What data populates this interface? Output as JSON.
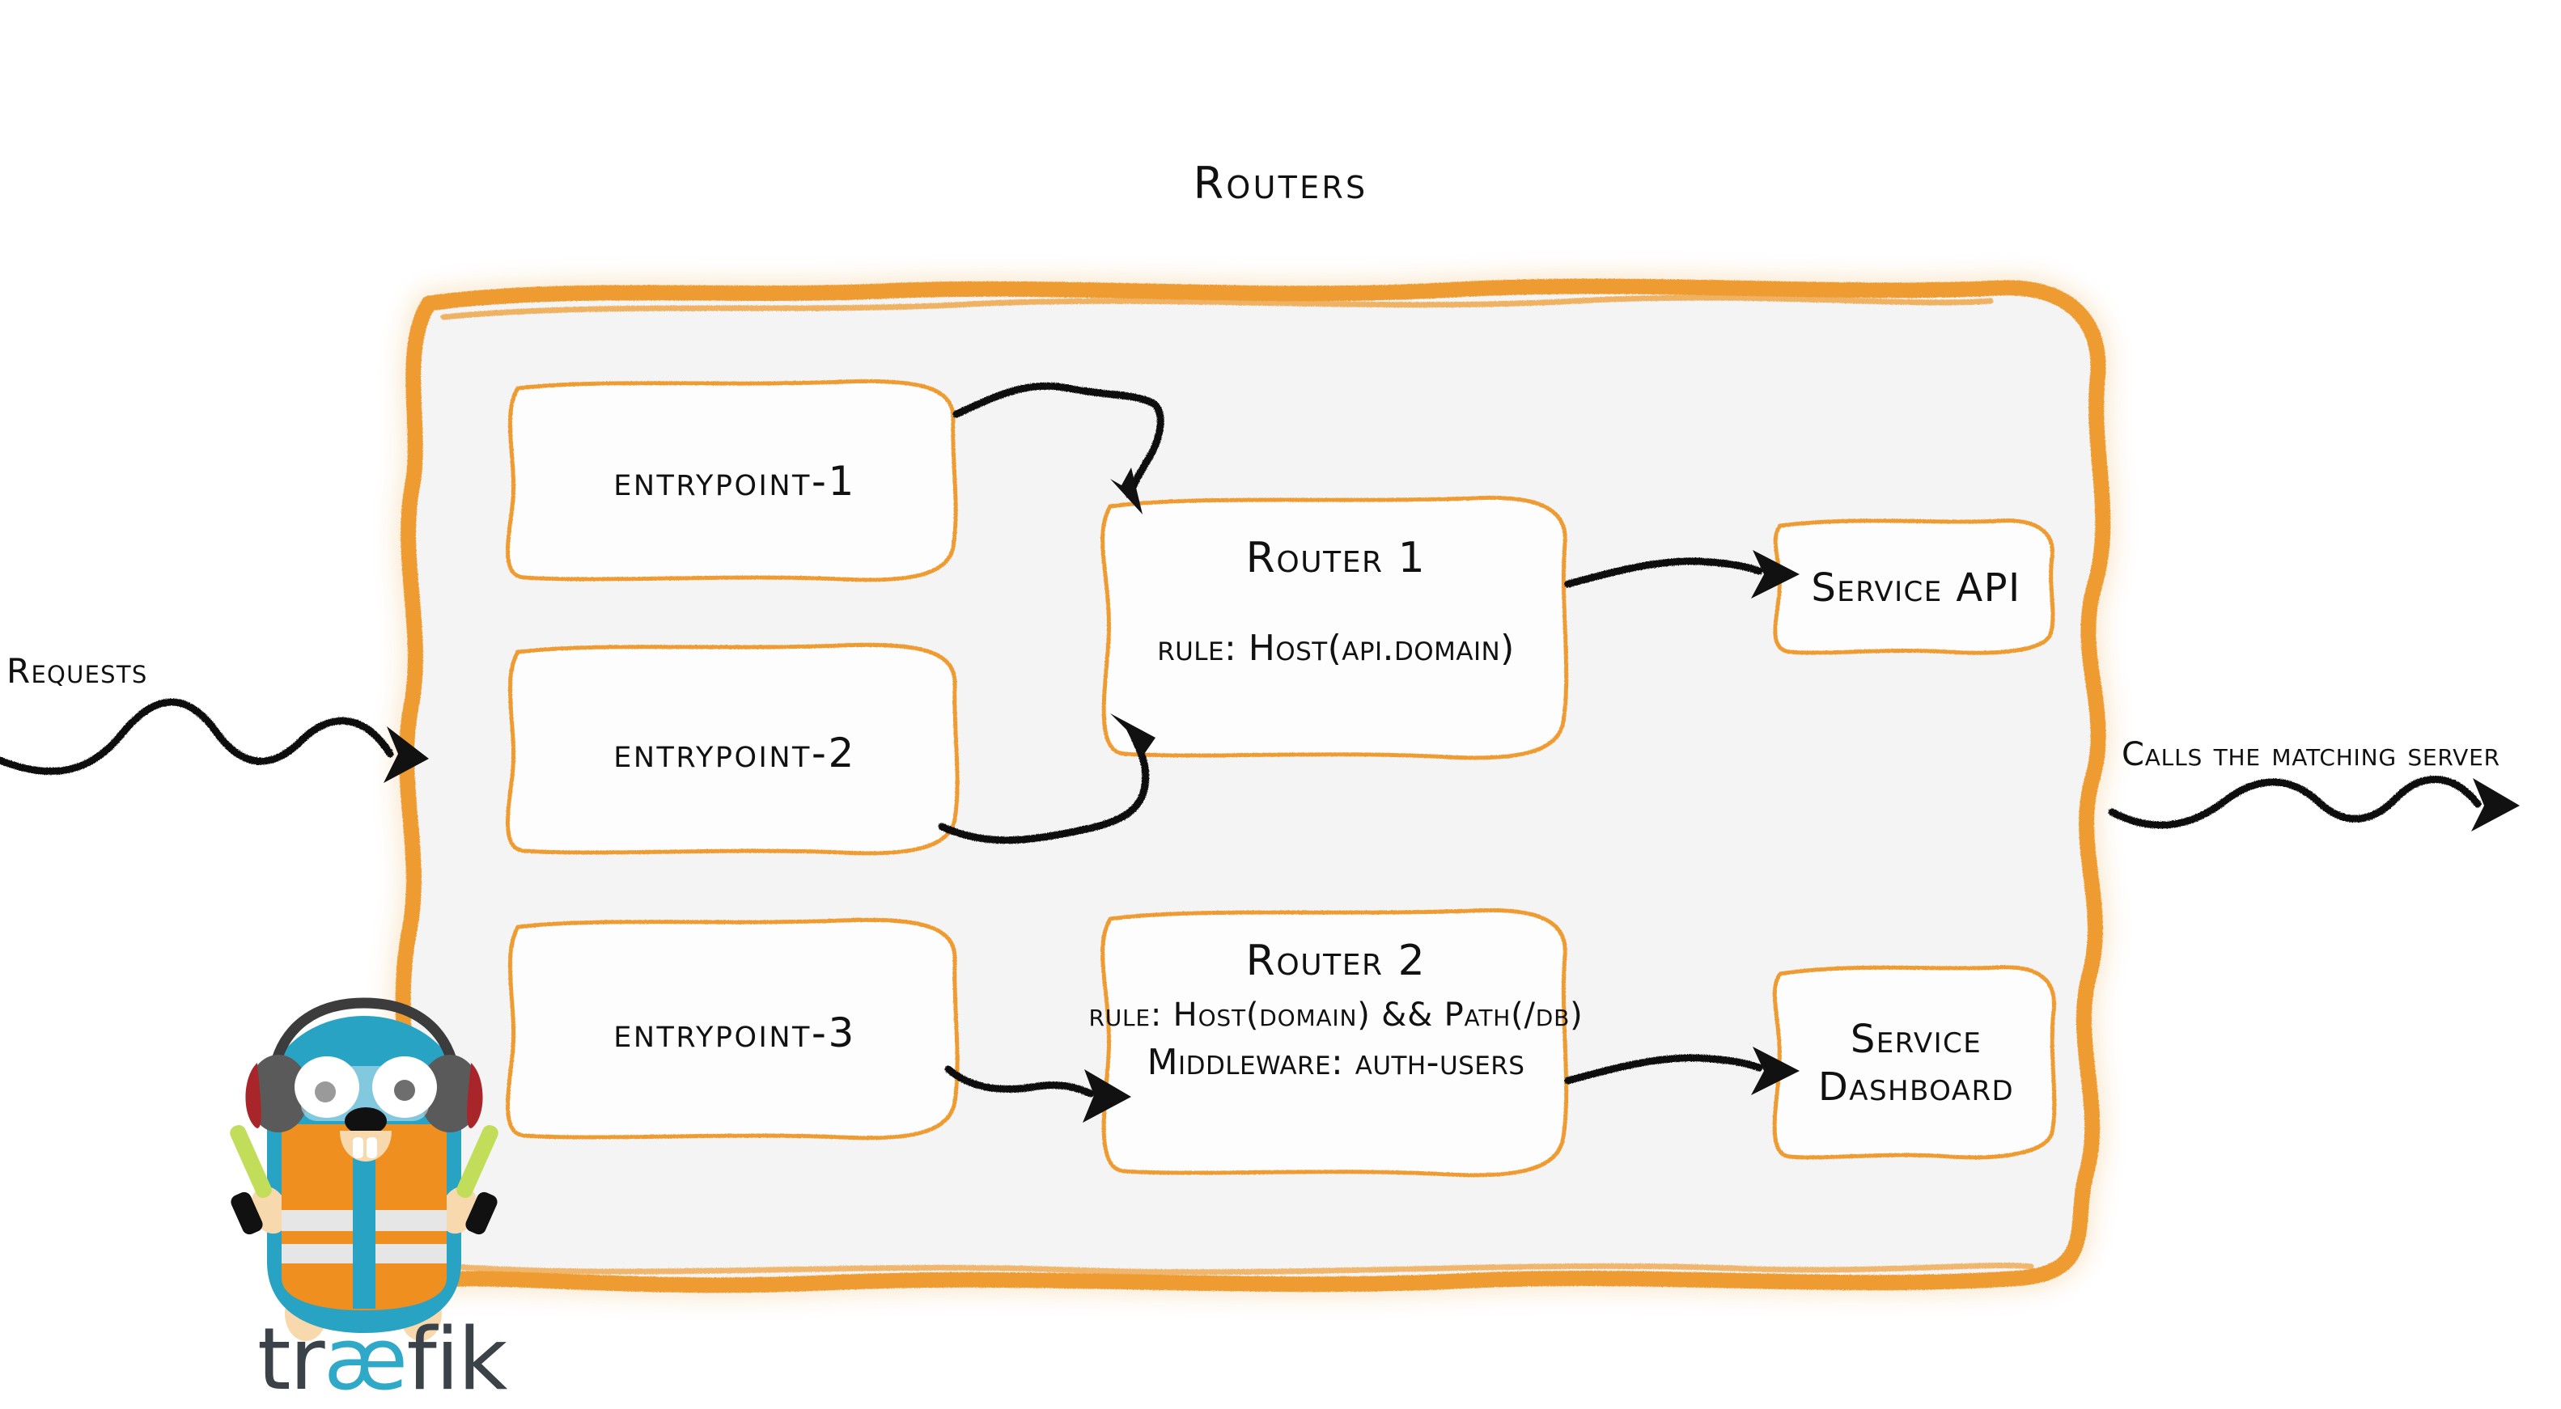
{
  "title": {
    "text": "Routers"
  },
  "colors": {
    "brand_orange": "#ee9b33",
    "panel_fill": "#f4f4f4",
    "box_fill": "#fdfdfd",
    "ink": "#111111",
    "gopher_blue": "#29a3c4",
    "vest_orange": "#ef8f20",
    "wand_green": "#c2dd5a",
    "logo_dark": "#3b4248",
    "logo_cyan": "#30a8c8"
  },
  "annotations": {
    "requests": "Requests",
    "calls": "Calls the matching server"
  },
  "entrypoints": [
    {
      "label": "entrypoint-1"
    },
    {
      "label": "entrypoint-2"
    },
    {
      "label": "entrypoint-3"
    }
  ],
  "routers": [
    {
      "name": "Router 1",
      "lines": [
        "rule: Host(api.domain)"
      ]
    },
    {
      "name": "Router 2",
      "lines": [
        "rule: Host(domain) && Path(/db)",
        "Middleware: auth-users"
      ]
    }
  ],
  "services": [
    {
      "lines": [
        "Service API"
      ]
    },
    {
      "lines": [
        "Service",
        "Dashboard"
      ]
    }
  ],
  "logo": {
    "part1": "tr",
    "part2": "æ",
    "part3": "fik"
  }
}
